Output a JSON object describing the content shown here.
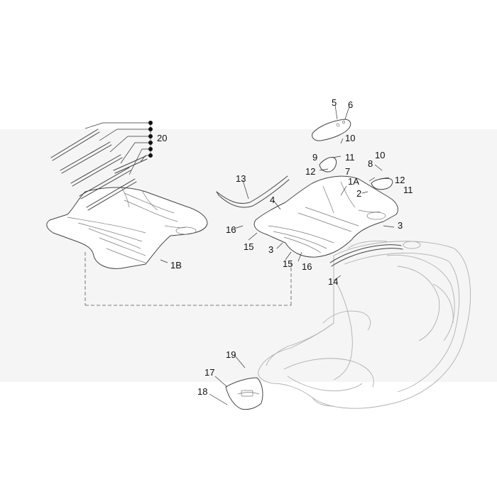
{
  "colors": {
    "band": "#f5f5f5",
    "ink": "#444444",
    "faint": "#b0b0b0",
    "text": "#111111"
  },
  "callouts": {
    "c1B": "1B",
    "c1A": "1A",
    "c2": "2",
    "c3a": "3",
    "c3b": "3",
    "c4": "4",
    "c5": "5",
    "c6": "6",
    "c7": "7",
    "c8": "8",
    "c9": "9",
    "c10a": "10",
    "c10b": "10",
    "c11a": "11",
    "c11b": "11",
    "c12a": "12",
    "c12b": "12",
    "c13": "13",
    "c14": "14",
    "c15a": "15",
    "c15b": "15",
    "c16a": "16",
    "c16b": "16",
    "c17": "17",
    "c18": "18",
    "c19": "19",
    "c20": "20"
  }
}
